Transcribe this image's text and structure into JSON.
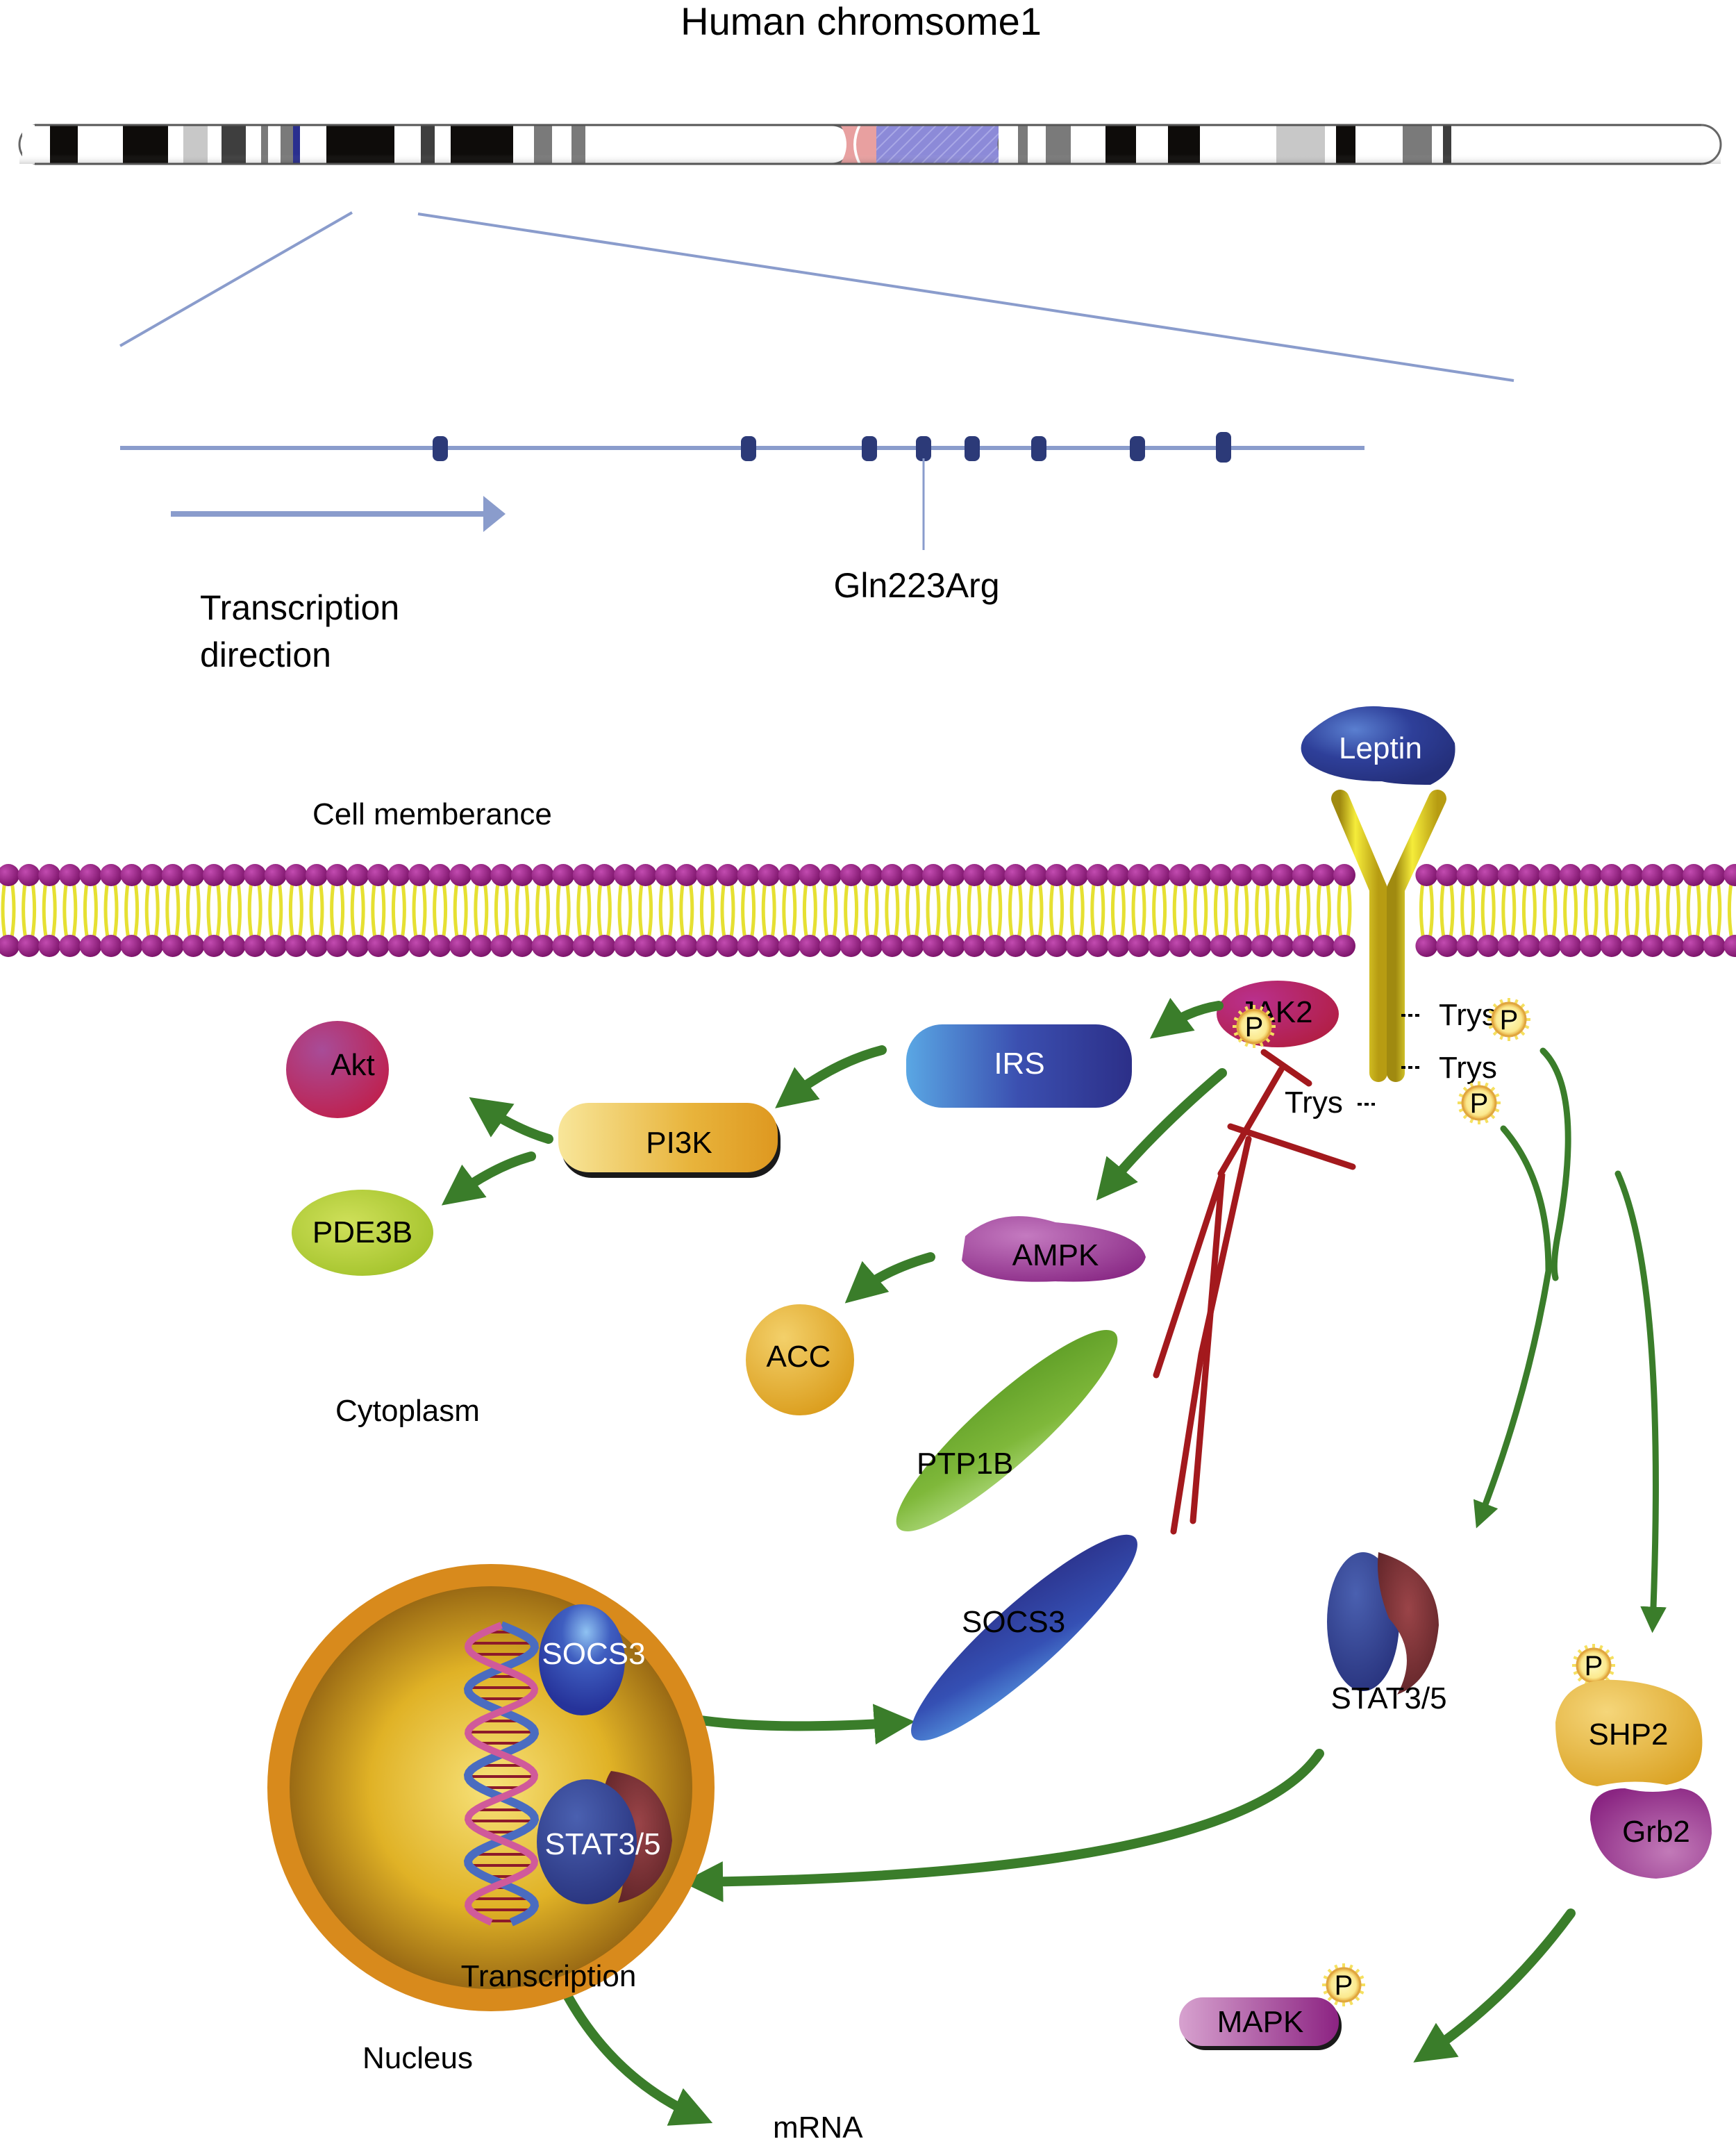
{
  "title": "Human chromsome1",
  "chromosome": {
    "bands_p": [
      "white",
      "black",
      "white",
      "black",
      "white",
      "lightgray",
      "white",
      "darkgray",
      "white",
      "gray",
      "white",
      "gray",
      "highlight",
      "white",
      "black",
      "white",
      "darkgray",
      "white",
      "black",
      "white",
      "gray",
      "white",
      "gray"
    ],
    "bands_q": [
      "white",
      "gray",
      "white",
      "gray",
      "white",
      "black",
      "white",
      "black",
      "white",
      "lightgray",
      "white",
      "black",
      "white",
      "gray",
      "white",
      "darkgray",
      "white"
    ],
    "highlight_color": "#2a2f8f",
    "centromere_color": "#e8a0a0",
    "heterochromatin_color": "#8c8ad8"
  },
  "gene": {
    "exon_count": 8,
    "variant_label": "Gln223Arg",
    "direction_label_line1": "Transcription",
    "direction_label_line2": "direction"
  },
  "regions": {
    "membrane": "Cell memberance",
    "cytoplasm": "Cytoplasm",
    "nucleus": "Nucleus"
  },
  "receptor": {
    "ligand": "Leptin",
    "kinase": "JAK2",
    "tyrosine_label": "Trys",
    "phospho_label": "P"
  },
  "nodes": {
    "irs": "IRS",
    "akt": "Akt",
    "pi3k": "PI3K",
    "pde3b": "PDE3B",
    "ampk": "AMPK",
    "acc": "ACC",
    "ptp1b": "PTP1B",
    "socs3": "SOCS3",
    "stat": "STAT3/5",
    "shp2": "SHP2",
    "grb2": "Grb2",
    "mapk": "MAPK"
  },
  "nucleus": {
    "socs3": "SOCS3",
    "stat": "STAT3/5",
    "transcription": "Transcription",
    "output": "mRNA"
  },
  "colors": {
    "activation_arrow": "#3a7d2a",
    "inhibition": "#a3191d",
    "membrane_head": "#8e1a7d",
    "membrane_tail": "#e6e032",
    "receptor": "#d8c21c"
  }
}
